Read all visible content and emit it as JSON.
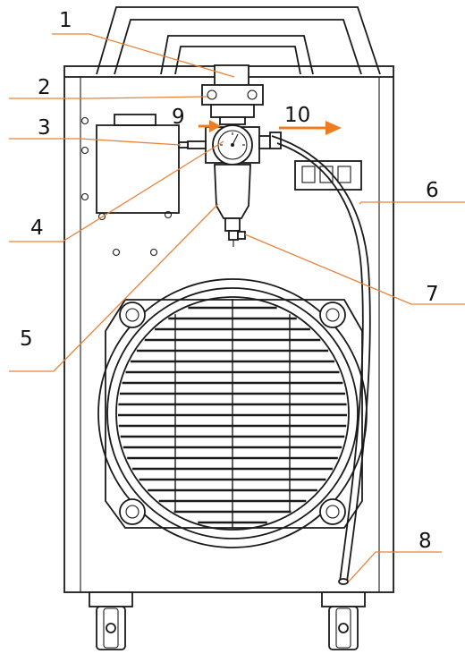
{
  "callouts": [
    {
      "label": "1"
    },
    {
      "label": "2"
    },
    {
      "label": "3"
    },
    {
      "label": "4"
    },
    {
      "label": "5"
    },
    {
      "label": "6"
    },
    {
      "label": "7"
    },
    {
      "label": "8"
    },
    {
      "label": "9"
    },
    {
      "label": "10"
    }
  ],
  "colors": {
    "outline": "#1a1a1a",
    "leader": "#e8823a",
    "arrow": "#f07c22",
    "text": "#111111"
  }
}
